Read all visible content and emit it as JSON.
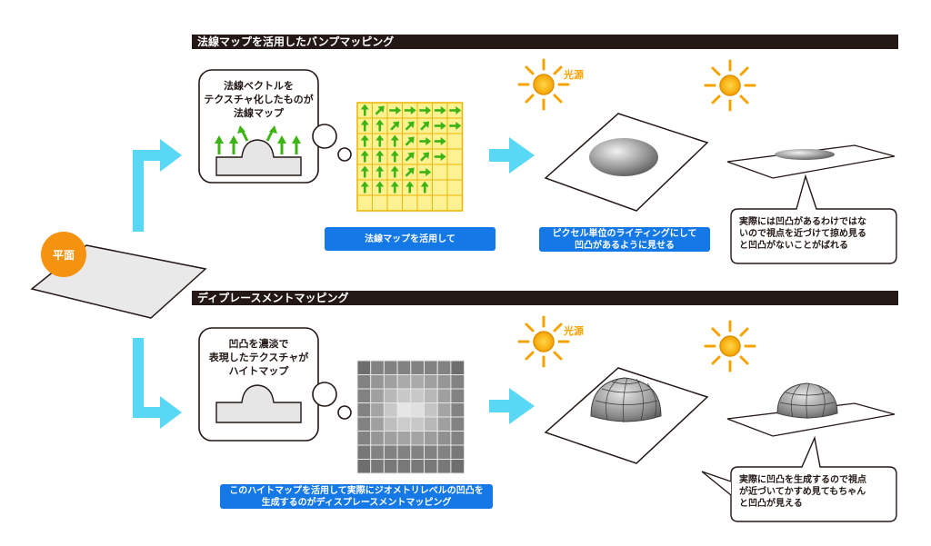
{
  "plane_label": "平面",
  "bump": {
    "header": "法線マップを活用したバンプマッピング",
    "bubble_text": "法線ベクトルを\nテクスチャ化したものが\n法線マップ",
    "caption": "法線マップを活用して",
    "caption2": "ピクセル単位のライティングにして\n凹凸があるように見せる",
    "light_label": "光源",
    "note": "実際には凹凸があるわけではな\nいので視点を近づけて掠め見る\nと凹凸がないことがばれる"
  },
  "displacement": {
    "header": "ディプレースメントマッピング",
    "bubble_text": "凹凸を濃淡で\n表現したテクスチャが\nハイトマップ",
    "caption": "このハイトマップを活用して実際にジオメトリレベルの凹凸を\n生成するのがディスプレースメントマッピング",
    "light_label": "光源",
    "note": "実際に凹凸を生成するので視点\nが近づいてかすめ見てもちゃん\nと凹凸が見える"
  },
  "normal_map_grid": [
    [
      "u",
      "ur",
      "r",
      "r",
      "r",
      "r",
      "r"
    ],
    [
      "u",
      "u",
      "ur",
      "ur",
      "ur",
      "r",
      "r"
    ],
    [
      "u",
      "u",
      "u",
      "ur",
      "r",
      "r",
      ""
    ],
    [
      "u",
      "u",
      "u",
      "ur",
      "ur",
      "r",
      ""
    ],
    [
      "u",
      "u",
      "u",
      "ur",
      "r",
      "",
      ""
    ],
    [
      "u",
      "u",
      "u",
      "u",
      "u",
      "",
      ""
    ],
    [
      "",
      "",
      "",
      "",
      "",
      "",
      ""
    ]
  ],
  "height_map_grid": [
    [
      0.35,
      0.45,
      0.45,
      0.45,
      0.45,
      0.45,
      0.45,
      0.35
    ],
    [
      0.45,
      0.55,
      0.6,
      0.65,
      0.65,
      0.6,
      0.55,
      0.45
    ],
    [
      0.45,
      0.6,
      0.72,
      0.8,
      0.8,
      0.72,
      0.6,
      0.45
    ],
    [
      0.45,
      0.62,
      0.8,
      0.95,
      0.92,
      0.78,
      0.62,
      0.45
    ],
    [
      0.45,
      0.6,
      0.75,
      0.82,
      0.8,
      0.72,
      0.6,
      0.45
    ],
    [
      0.45,
      0.55,
      0.6,
      0.62,
      0.62,
      0.58,
      0.52,
      0.45
    ],
    [
      0.4,
      0.45,
      0.45,
      0.45,
      0.45,
      0.45,
      0.45,
      0.4
    ],
    [
      0.35,
      0.4,
      0.4,
      0.4,
      0.4,
      0.4,
      0.4,
      0.35
    ]
  ],
  "colors": {
    "flow_arrow": "#59d8f6",
    "header_bg": "#231815",
    "caption_bg": "#1478e6",
    "light": "#f5a300",
    "green_arrow": "#3cb414",
    "grid_fill": "#fdf292",
    "grid_line": "#f0b400"
  }
}
